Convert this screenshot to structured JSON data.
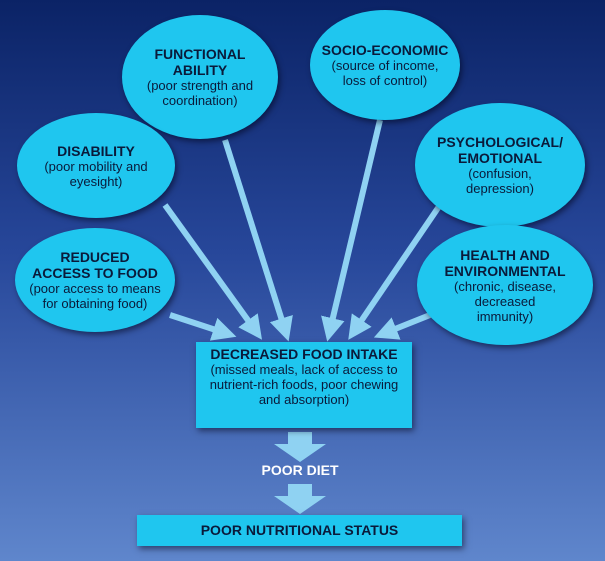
{
  "causes": [
    {
      "title": "FUNCTIONAL ABILITY",
      "detail": "(poor strength and coordination)"
    },
    {
      "title": "SOCIO-ECONOMIC",
      "detail": "(source of income, loss of control)"
    },
    {
      "title": "DISABILITY",
      "detail": "(poor mobility and eyesight)"
    },
    {
      "title": "PSYCHOLOGICAL/ EMOTIONAL",
      "detail": "(confusion, depression)"
    },
    {
      "title": "REDUCED ACCESS TO FOOD",
      "detail": "(poor access to means for obtaining food)"
    },
    {
      "title": "HEALTH AND ENVIRONMENTAL",
      "detail": "(chronic, disease, decreased immunity)"
    }
  ],
  "intake": {
    "title": "DECREASED FOOD INTAKE",
    "detail": "(missed meals, lack of access to nutrient-rich foods, poor chewing and absorption)"
  },
  "diet": "POOR DIET",
  "status": "POOR NUTRITIONAL STATUS",
  "colors": {
    "node": "#1fc6ef",
    "arrow": "#8fd2f2"
  }
}
